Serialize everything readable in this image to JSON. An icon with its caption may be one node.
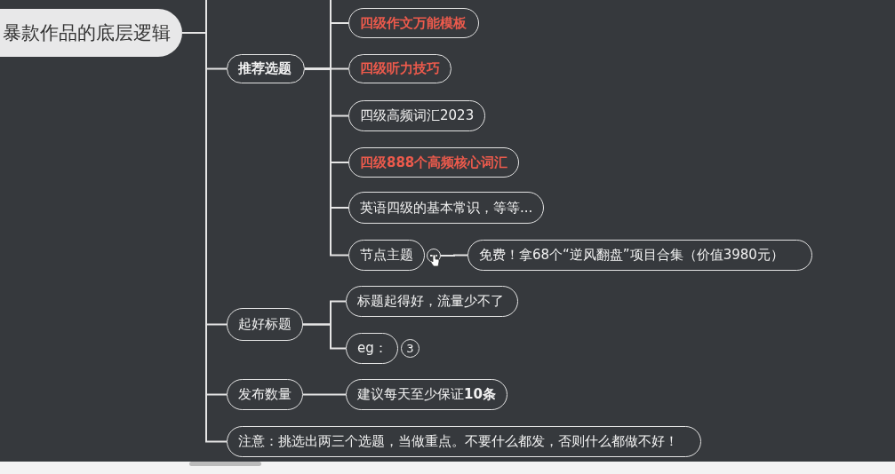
{
  "diagram": {
    "nodes": [
      {
        "text": [
          "暴款作品的底层逻辑"
        ]
      },
      {
        "text": [
          "推荐选题"
        ]
      },
      {
        "text": [
          "四级作文万能模板"
        ]
      },
      {
        "text": [
          "四级听力技巧"
        ]
      },
      {
        "text": [
          "四级高频词汇2023"
        ]
      },
      {
        "text": [
          "四级888个高频核心词汇"
        ]
      },
      {
        "text": [
          "英语四级的基本常识，等等..."
        ]
      },
      {
        "text": [
          "节点主题"
        ]
      },
      {
        "text": [],
        "shape": "circle"
      },
      {
        "text": [
          "免费！拿68个“逆风翻盘”项目合集（价值3980元）"
        ]
      },
      {
        "text": [
          "起好标题"
        ]
      },
      {
        "text": [
          "标题起得好，流量少不了"
        ]
      },
      {
        "text": [
          "eg："
        ],
        "beside": [
          "3"
        ]
      },
      {
        "text": [
          "发布数量"
        ]
      },
      {
        "text": [
          "建议每天至少保证**10条**"
        ]
      },
      {
        "text": [
          "注意：挑选出两三个选题，当做重点。不要什么都发，否则什么都做不好！"
        ]
      }
    ],
    "edges": [
      {
        "from": 0,
        "to": 1,
        "arrow": "none"
      },
      {
        "from": 1,
        "to": 2,
        "arrow": "none"
      },
      {
        "from": 1,
        "to": 3,
        "arrow": "none"
      },
      {
        "from": 1,
        "to": 4,
        "arrow": "none"
      },
      {
        "from": 1,
        "to": 5,
        "arrow": "none"
      },
      {
        "from": 1,
        "to": 6,
        "arrow": "none"
      },
      {
        "from": 1,
        "to": 7,
        "arrow": "none"
      },
      {
        "from": 8,
        "to": 9,
        "arrow": "none"
      },
      {
        "from": 0,
        "to": 10,
        "arrow": "none"
      },
      {
        "from": 10,
        "to": 11,
        "arrow": "none"
      },
      {
        "from": 10,
        "to": 12,
        "arrow": "none"
      },
      {
        "from": 0,
        "to": 13,
        "arrow": "none"
      },
      {
        "from": 13,
        "to": 14,
        "arrow": "none"
      },
      {
        "from": 0,
        "to": 15,
        "arrow": "none"
      }
    ]
  }
}
